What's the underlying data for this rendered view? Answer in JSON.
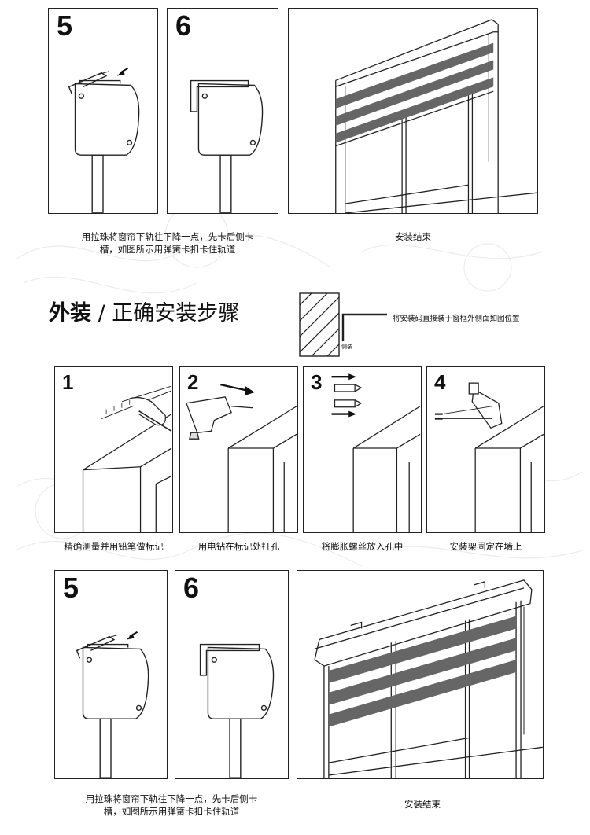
{
  "top": {
    "panel5_number": "5",
    "panel6_number": "6",
    "caption_left_line1": "用拉珠将窗帘下轨往下降一点，先卡后侧卡",
    "caption_left_line2": "槽，如图所示用弹簧卡扣卡住轨道",
    "caption_right": "安装结束"
  },
  "section": {
    "title_bold": "外装",
    "title_rest": " / 正确安装步骤",
    "note": "将安装码直接装于窗框外侧面如图位置",
    "side_label": "侧装"
  },
  "steps": [
    {
      "number": "1",
      "caption": "精确测量并用铅笔做标记"
    },
    {
      "number": "2",
      "caption": "用电钻在标记处打孔"
    },
    {
      "number": "3",
      "caption": "将膨胀螺丝放入孔中"
    },
    {
      "number": "4",
      "caption": "安装架固定在墙上"
    }
  ],
  "bottom": {
    "panel5_number": "5",
    "panel6_number": "6",
    "caption_left_line1": "用拉珠将窗帘下轨往下降一点，先卡后侧卡",
    "caption_left_line2": "槽，如图所示用弹簧卡扣卡住轨道",
    "caption_right": "安装结束"
  }
}
